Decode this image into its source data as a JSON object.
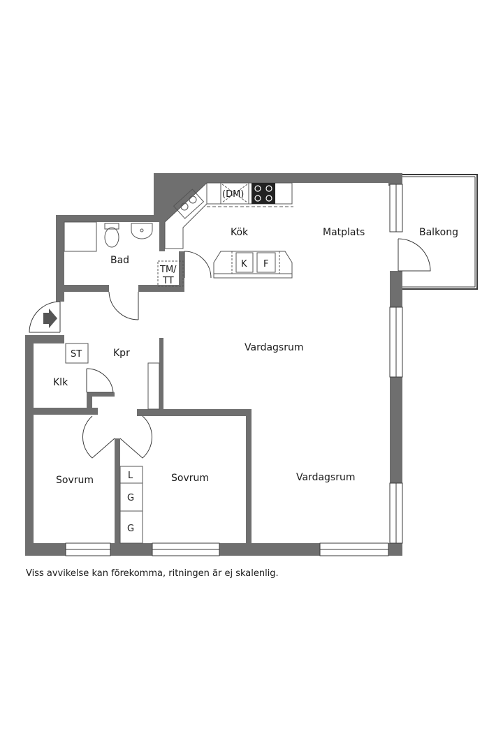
{
  "colors": {
    "wall": "#6f6f6f",
    "line": "#3a3a3a",
    "fixture": "#555555",
    "background": "#ffffff"
  },
  "rooms": {
    "kok": "Kök",
    "matplats": "Matplats",
    "balkong": "Balkong",
    "bad": "Bad",
    "kpr": "Kpr",
    "klk": "Klk",
    "vardagsrum_upper": "Vardagsrum",
    "vardagsrum_lower": "Vardagsrum",
    "sovrum_left": "Sovrum",
    "sovrum_middle": "Sovrum"
  },
  "fixtures": {
    "dm": "(DM)",
    "k": "K",
    "f": "F",
    "tm": "TM/",
    "tt": "TT",
    "st": "ST",
    "l": "L",
    "g1": "G",
    "g2": "G"
  },
  "icons": {
    "entrance": "arrow-right-icon"
  },
  "footnote": "Viss avvikelse kan förekomma, ritningen är ej skalenlig."
}
